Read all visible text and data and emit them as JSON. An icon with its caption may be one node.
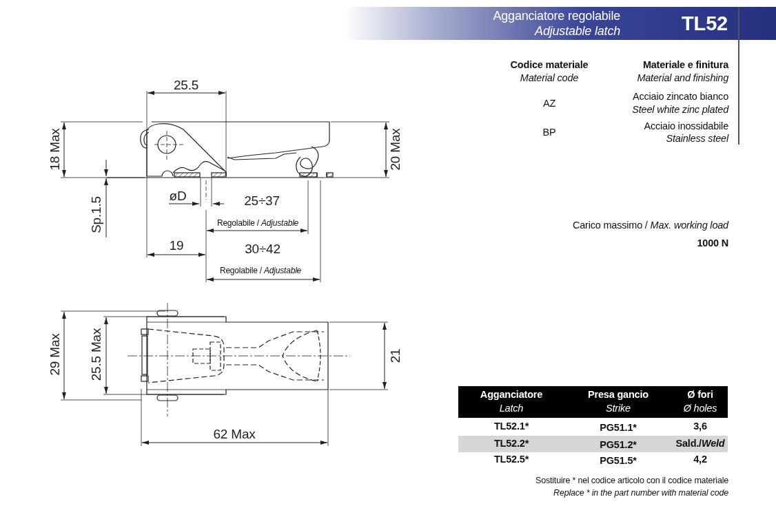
{
  "diagram": {
    "title": "Agganciatore regolabile",
    "labels": [
      "Adjustable latch",
      "TL52",
      "Codice materiale",
      "Material code",
      "Materiale e finitura",
      "Material and finishing",
      "AZ",
      "Acciaio zincato bianco",
      "Steel white zinc plated",
      "BP",
      "Acciaio inossidabile",
      "Stainless steel",
      "25.5",
      "18 Max",
      "20 Max",
      "øD",
      "25÷37",
      "Sp.1.5",
      "Regolabile / *Adjustable*",
      "19",
      "30÷42",
      "Regolabile / *Adjustable*",
      "Carico massimo / *Max. working load*",
      "1000 N",
      "29 Max",
      "25.5 Max",
      "21",
      "62 Max",
      "Agganciatore",
      "Latch",
      "Presa gancio",
      "Strike",
      "Ø fori",
      "Ø holes",
      "TL52.1*",
      "PG51.1*",
      "3,6",
      "TL52.2*",
      "PG51.2*",
      "Sald./*Weld*",
      "TL52.5*",
      "PG51.5*",
      "4,2",
      "Sostituire * nel codice articolo con il codice materiale",
      "Replace * in the part number with material code"
    ]
  }
}
